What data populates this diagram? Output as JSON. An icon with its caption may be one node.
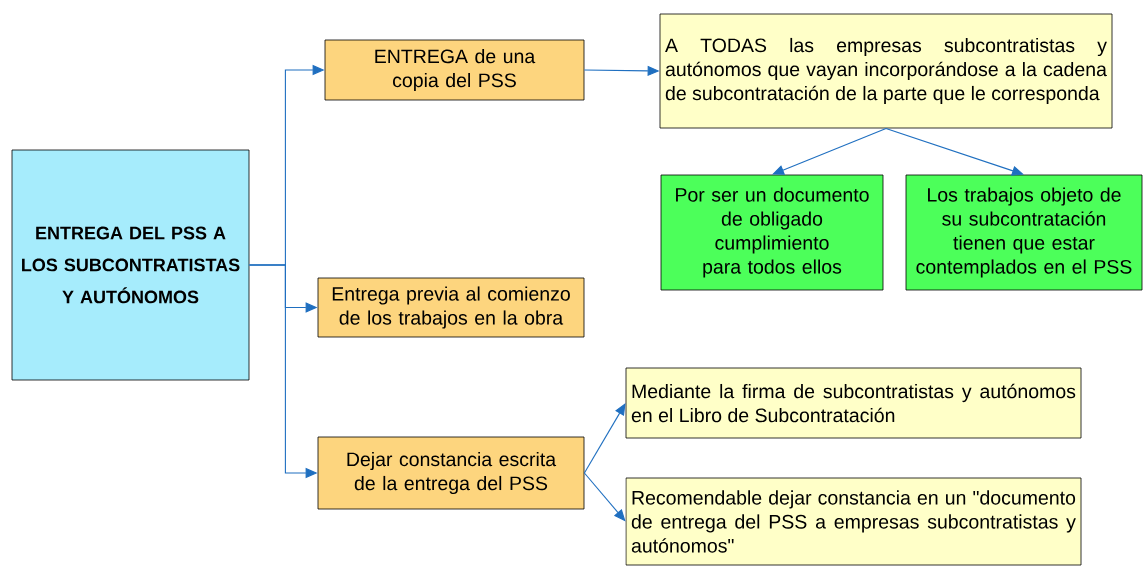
{
  "diagram": {
    "nodes": [
      {
        "text": [
          "ENTREGA DEL PSS A LOS SUBCONTRATISTAS Y AUTÓNOMOS"
        ]
      },
      {
        "text": [
          "ENTREGA de una copia del PSS"
        ]
      },
      {
        "text": [
          "A TODAS las empresas subcontratistas y autónomos que vayan incorporándose a la cadena de subcontratación de la parte que le corresponda"
        ]
      },
      {
        "text": [
          "Por ser un documento de obligado cumplimiento para todos ellos"
        ]
      },
      {
        "text": [
          "Los trabajos objeto de su subcontratación tienen que estar contemplados en el PSS"
        ]
      },
      {
        "text": [
          "Entrega previa al comienzo de los trabajos en la obra"
        ]
      },
      {
        "text": [
          "Dejar constancia escrita de la entrega del PSS"
        ]
      },
      {
        "text": [
          "Mediante la firma de subcontratistas y autónomos en el Libro de Subcontratación"
        ]
      },
      {
        "text": [
          "Recomendable dejar constancia en un \"documento de entrega del PSS a empresas subcontratistas y autónomos\""
        ]
      }
    ],
    "edges": [
      {
        "from": 0,
        "to": 1,
        "arrow": "to"
      },
      {
        "from": 0,
        "to": 5,
        "arrow": "to"
      },
      {
        "from": 0,
        "to": 6,
        "arrow": "to"
      },
      {
        "from": 1,
        "to": 2,
        "arrow": "to"
      },
      {
        "from": 2,
        "to": 3,
        "arrow": "to"
      },
      {
        "from": 2,
        "to": 4,
        "arrow": "to"
      },
      {
        "from": 6,
        "to": 7,
        "arrow": "to"
      },
      {
        "from": 6,
        "to": 8,
        "arrow": "to"
      }
    ]
  }
}
